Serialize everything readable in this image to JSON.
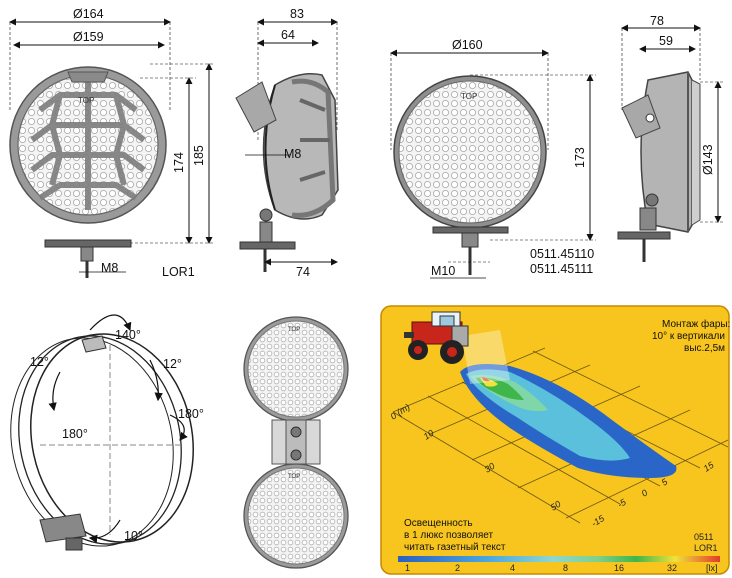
{
  "front_view_lor1": {
    "dim_outer": "Ø164",
    "dim_inner": "Ø159",
    "height_inner": "174",
    "height_total": "185",
    "bolt": "M8",
    "top_label": "TOP",
    "model": "LOR1"
  },
  "side_view_lor1": {
    "depth_total": "83",
    "depth_body": "64",
    "bolt": "M8",
    "mount_offset": "74"
  },
  "front_view_0511": {
    "diameter": "Ø160",
    "height": "173",
    "bolt": "M10",
    "top_label": "TOP",
    "part_number_1": "0511.45110",
    "part_number_2": "0511.45111"
  },
  "side_view_0511": {
    "depth_total": "78",
    "depth_body": "59",
    "diameter": "Ø143"
  },
  "rotation_view": {
    "angle_top": "140°",
    "angle_left": "12°",
    "angle_right": "12°",
    "angle_center": "180°",
    "angle_side": "180°",
    "angle_bottom": "10°"
  },
  "pair_view": {
    "top_label_upper": "TOP",
    "top_label_lower": "TOP"
  },
  "beam_diagram": {
    "mount_text": [
      "Монтаж фары:",
      "10° к вертикали",
      "выс.2,5м"
    ],
    "axis_origin": "0 (m)",
    "x_ticks": [
      "10",
      "30",
      "50"
    ],
    "y_ticks": [
      "15",
      "5",
      "0",
      "-5",
      "-15"
    ],
    "legend_text": [
      "Освещенность",
      "в 1 люкс позволяет",
      "читать газетный текст"
    ],
    "model_codes": [
      "0511",
      "LOR1"
    ],
    "scale_values": [
      "1",
      "2",
      "4",
      "8",
      "16",
      "32",
      "[lx]"
    ],
    "colors": {
      "panel_background": "#f7c51d",
      "beam_outer": "#2a66c8",
      "beam_mid": "#5bc0dc",
      "beam_inner": "#7fd6a8",
      "hot_green": "#3fb54a",
      "hot_yellow": "#f0e23b",
      "hot_red": "#e33b2e",
      "tractor_red": "#c8261b"
    }
  }
}
